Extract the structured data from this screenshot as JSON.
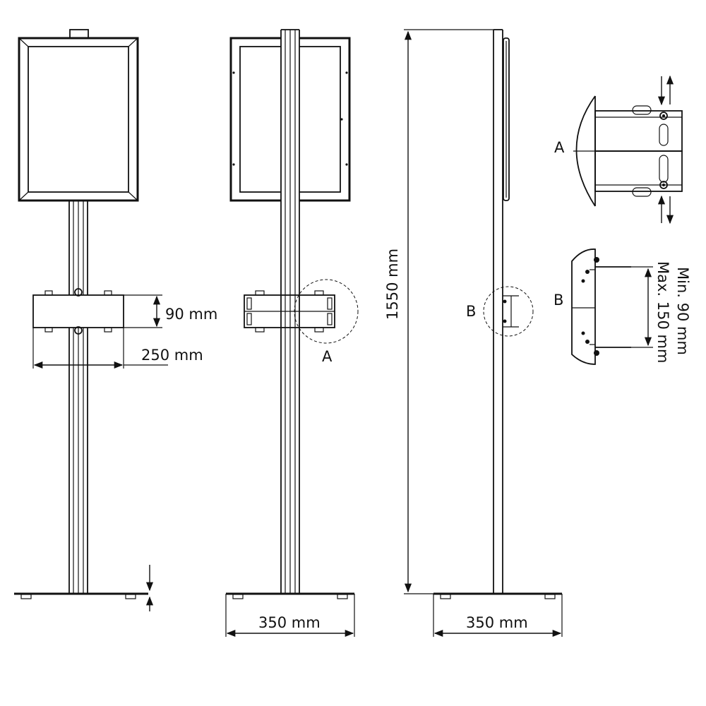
{
  "dimensions": {
    "clamp_height": "90 mm",
    "clamp_width": "250 mm",
    "base_width_front": "350 mm",
    "base_width_side": "350 mm",
    "total_height": "1550 mm",
    "clamp_min": "Min. 90 mm",
    "clamp_max": "Max. 150 mm"
  },
  "callouts": {
    "a_label_main": "A",
    "b_label_main": "B",
    "a_label_detail": "A",
    "b_label_detail": "B"
  },
  "colors": {
    "line": "#111111",
    "background": "#ffffff"
  }
}
